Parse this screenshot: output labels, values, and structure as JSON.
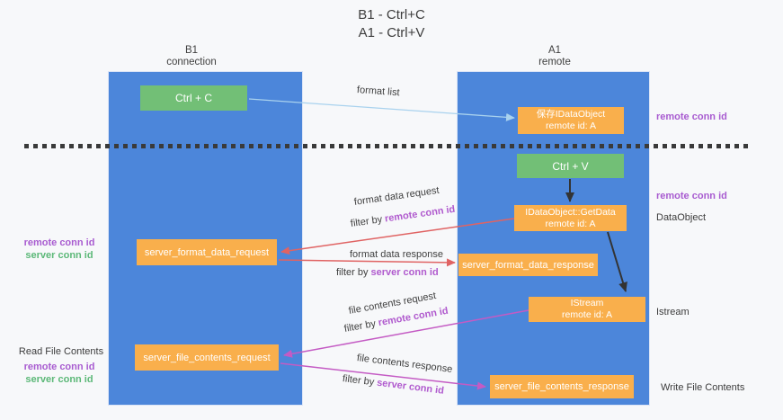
{
  "title": {
    "line1": "B1 - Ctrl+C",
    "line2": "A1 - Ctrl+V"
  },
  "lifelines": {
    "left": {
      "title": "B1",
      "subtitle": "connection"
    },
    "right": {
      "title": "A1",
      "subtitle": "remote"
    }
  },
  "boxes": {
    "ctrl_c": {
      "label": "Ctrl + C"
    },
    "save_dataobject": {
      "line1": "保存IDataObject",
      "line2": "remote id: A"
    },
    "ctrl_v": {
      "label": "Ctrl + V"
    },
    "getdata": {
      "line1": "IDataObject::GetData",
      "line2": "remote id: A"
    },
    "server_format_data_request": {
      "label": "server_format_data_request"
    },
    "server_format_data_response": {
      "label": "server_format_data_response"
    },
    "istream": {
      "line1": "IStream",
      "line2": "remote id: A"
    },
    "server_file_contents_request": {
      "label": "server_file_contents_request"
    },
    "server_file_contents_response": {
      "label": "server_file_contents_response"
    }
  },
  "arrow_labels": {
    "format_list": "format list",
    "format_data_request": {
      "title": "format data request",
      "filter_prefix": "filter by",
      "filter_key": "remote conn id"
    },
    "format_data_response": {
      "title": "format data response",
      "filter_prefix": "filter by",
      "filter_key": "server conn id"
    },
    "file_contents_request": {
      "title": "file contents request",
      "filter_prefix": "filter by",
      "filter_key": "remote conn id"
    },
    "file_contents_response": {
      "title": "file contents response",
      "filter_prefix": "filter by",
      "filter_key": "server conn id"
    }
  },
  "side_labels": {
    "right_top_remote": "remote conn id",
    "right_mid_remote": "remote conn id",
    "right_dataobject": "DataObject",
    "right_istream": "Istream",
    "right_write_file": "Write File Contents",
    "left_mid_remote": "remote conn id",
    "left_mid_server": "server conn id",
    "left_read_file": "Read File Contents",
    "left_bottom_remote": "remote conn id",
    "left_bottom_server": "server conn id"
  },
  "colors": {
    "lifeline_blue": "#4c86da",
    "box_green": "#72bf76",
    "box_orange": "#f9af4c",
    "arrow_light_blue": "#a9d2ee",
    "arrow_red": "#e06363",
    "arrow_magenta": "#c45bc4",
    "arrow_black": "#333333",
    "label_purple": "#a85bd0",
    "label_green": "#5cb878",
    "text_dark": "#3c3c3c"
  }
}
